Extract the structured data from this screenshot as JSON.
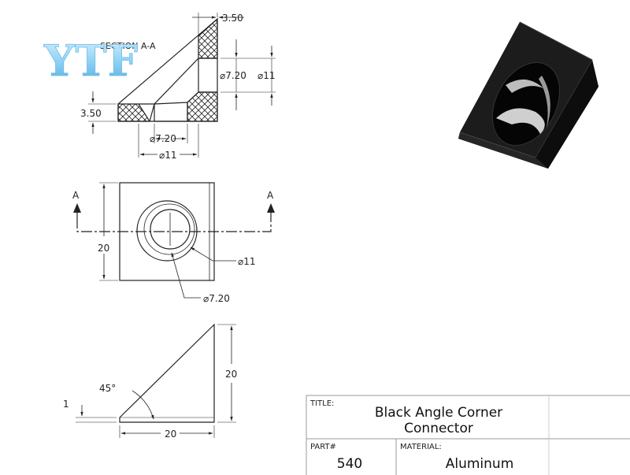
{
  "watermark": {
    "text": "YTF"
  },
  "section": {
    "label": "SECTION A-A",
    "dim_top": "3.50",
    "dim_left": "3.50",
    "dim_bore_right": "⌀7.20",
    "dim_outer_right": "⌀11",
    "dim_bore_bottom": "⌀7.20",
    "dim_outer_bottom": "⌀11"
  },
  "front_view": {
    "cut_label_left": "A",
    "cut_label_right": "A",
    "dim_height": "20",
    "dim_outer": "⌀11",
    "dim_bore": "⌀7.20"
  },
  "side_view": {
    "dim_height": "20",
    "dim_width": "20",
    "dim_angle": "45°",
    "dim_thickness": "1"
  },
  "title_block": {
    "title_label": "TITLE:",
    "title_line1": "Black Angle Corner",
    "title_line2": "Connector",
    "part_label": "PART#",
    "part_value": "540",
    "material_label": "MATERIAL:",
    "material_value": "Aluminum"
  },
  "colors": {
    "line": "#222222",
    "part_black": "#141414",
    "watermark": "#8fd3f5"
  }
}
